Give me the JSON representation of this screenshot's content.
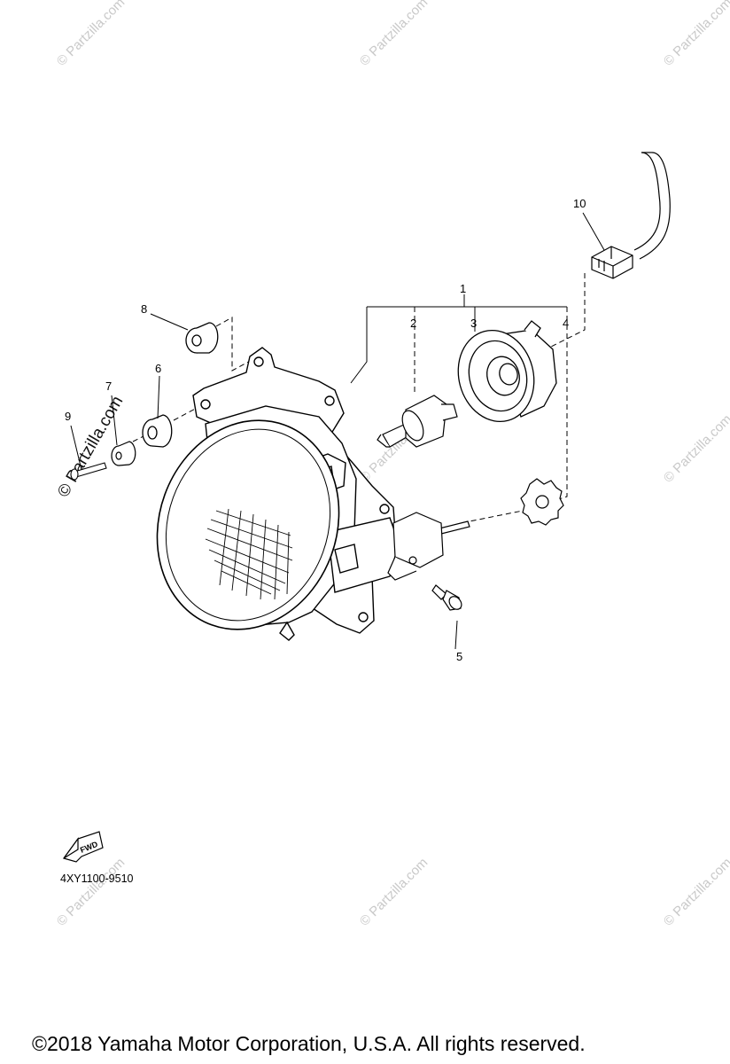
{
  "diagram": {
    "callouts": [
      "1",
      "2",
      "3",
      "4",
      "5",
      "6",
      "7",
      "8",
      "9",
      "10"
    ],
    "direction_badge": "FWD",
    "part_code": "4XY1100-9510"
  },
  "watermark": {
    "text": "© Partzilla.com",
    "color": "#c9c9c9"
  },
  "footer": {
    "copyright": "©2018  Yamaha Motor Corporation, U.S.A. All rights reserved."
  }
}
